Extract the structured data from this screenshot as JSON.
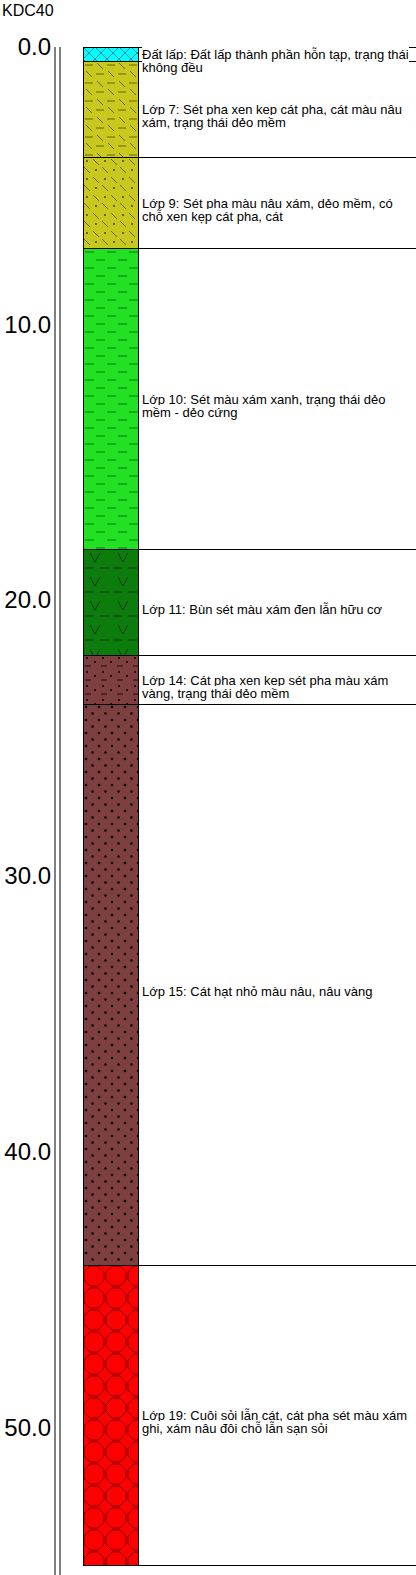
{
  "diagram": {
    "title": "KDC40",
    "nodes": [
      {
        "text": [
          "Đất lấp: Đất lấp thành phần hỗn tạp, trạng thái không đều"
        ]
      },
      {
        "text": [
          "Lớp 7: Sét pha xen kẹp cát pha, cát màu nâu xám, trạng thái dẻo mềm"
        ]
      },
      {
        "text": [
          "Lớp 9: Sét pha màu nâu xám, dẻo mềm, có chỗ xen kẹp cát pha, cát"
        ]
      },
      {
        "text": [
          "Lớp 10: Sét màu xám xanh, trạng thái dẻo mềm - dẻo cứng"
        ]
      },
      {
        "text": [
          "Lớp 11: Bùn sét màu xám đen lẫn hữu cơ"
        ]
      },
      {
        "text": [
          "Lớp 14: Cát pha xen kẹp sét pha màu xám vàng, trạng thái dẻo mềm"
        ]
      },
      {
        "text": [
          "Lớp 15: Cát hạt nhỏ màu nâu, nâu vàng"
        ]
      },
      {
        "text": [
          "Lớp 19: Cuội sỏi lẫn cát, cát pha sét màu xám ghi, xám nâu đôi chỗ lẫn sạn sỏi"
        ]
      }
    ],
    "labels": [
      "0.0",
      "10.0",
      "20.0",
      "30.0",
      "40.0",
      "50.0"
    ]
  }
}
